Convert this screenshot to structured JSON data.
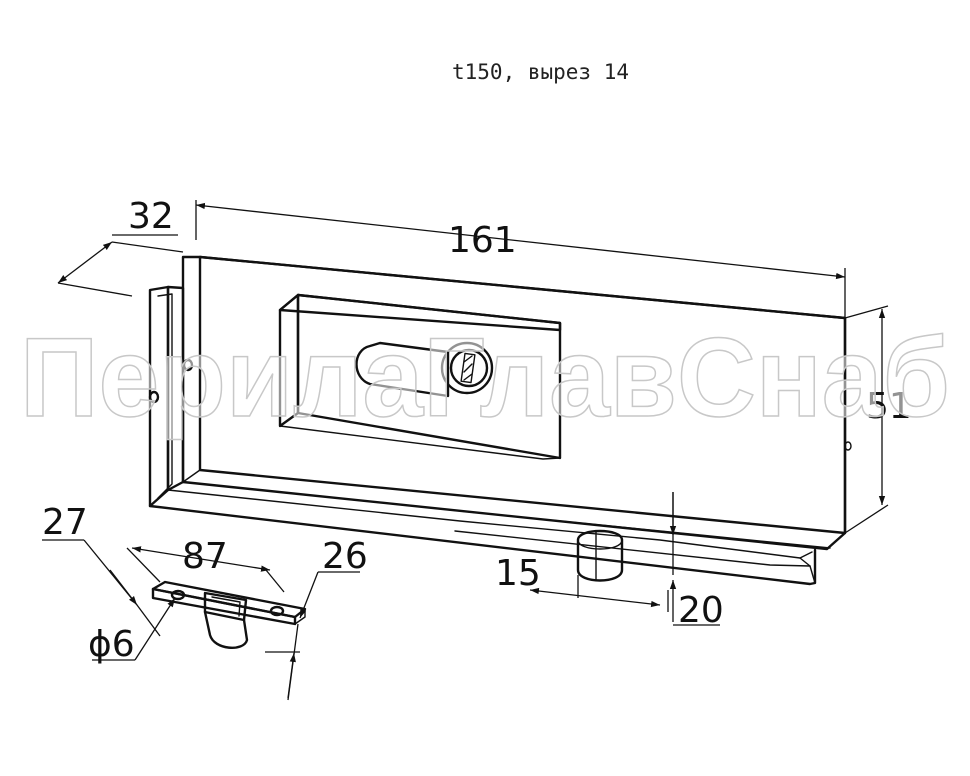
{
  "note": "t150, вырез 14",
  "watermark": "ПерилаГлавСнаб",
  "dimensions": {
    "length": "161",
    "height": "51",
    "depth": "32",
    "pin_offset": "15",
    "pin_height": "20",
    "strike_length": "87",
    "strike_width": "27",
    "strike_depth": "26",
    "hole_diameter": "ϕ6"
  },
  "colors": {
    "line": "#111111",
    "watermark_stroke": "#c8c8c8"
  }
}
